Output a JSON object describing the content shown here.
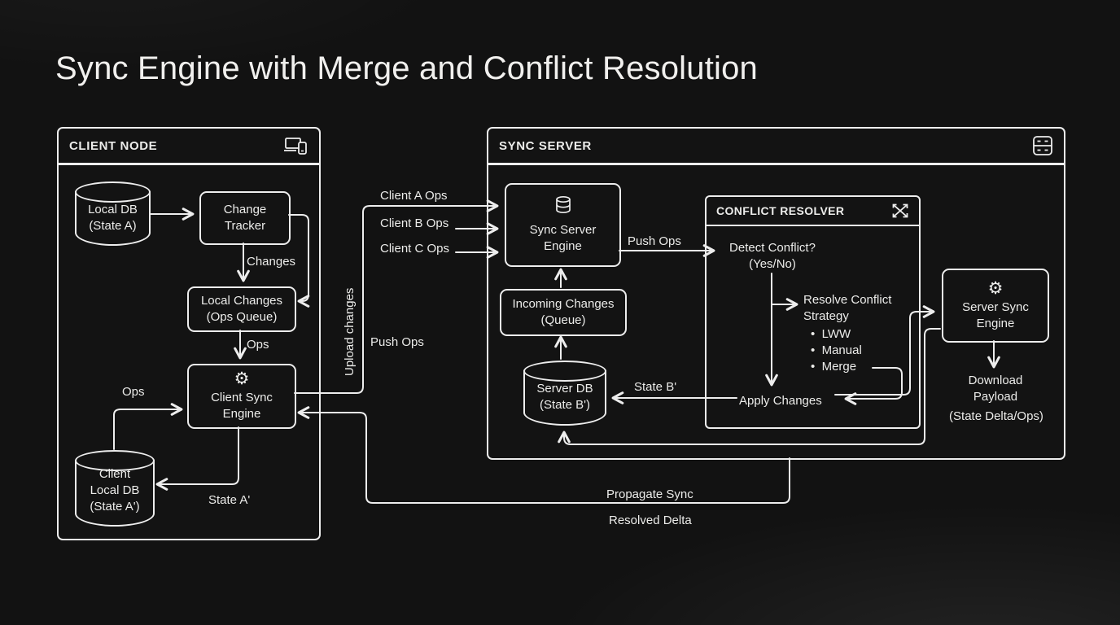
{
  "title": "Sync Engine with Merge and Conflict Resolution",
  "colors": {
    "background": "#121212",
    "line": "#ededed",
    "text": "#ececea"
  },
  "client_node": {
    "header": "CLIENT NODE",
    "local_db": "Local DB\n(State A)",
    "change_tracker": "Change\nTracker",
    "changes_label": "Changes",
    "local_changes": "Local Changes\n(Ops Queue)",
    "ops_down_label": "Ops",
    "ops_left_label": "Ops",
    "client_sync_engine": "Client Sync\nEngine",
    "client_local_db": "Client\nLocal DB\n(State A')",
    "state_a_label": "State A'"
  },
  "middle": {
    "upload_changes_label": "Upload changes",
    "push_ops_label": "Push Ops",
    "client_a_ops_label": "Client A Ops",
    "client_b_ops_label": "Client B Ops",
    "client_c_ops_label": "Client C Ops"
  },
  "sync_server": {
    "header": "SYNC SERVER",
    "engine": "Sync Server\nEngine",
    "push_ops_label": "Push Ops",
    "incoming_changes": "Incoming Changes\n(Queue)",
    "server_db": "Server DB\n(State B')",
    "state_b_label": "State B'"
  },
  "conflict_resolver": {
    "header": "CONFLICT RESOLVER",
    "detect": "Detect Conflict?\n(Yes/No)",
    "strategy_title": "Resolve Conflict\nStrategy",
    "bullets": [
      "LWW",
      "Manual",
      "Merge"
    ],
    "apply_changes": "Apply Changes"
  },
  "right": {
    "server_sync_engine": "Server Sync\nEngine",
    "download_payload": "Download\nPayload",
    "state_delta": "(State Delta/Ops)"
  },
  "bottom": {
    "propagate_sync_label": "Propagate Sync",
    "resolved_delta_label": "Resolved Delta"
  },
  "icons": {
    "client_node": "devices-icon",
    "sync_server": "server-rack-icon",
    "conflict_resolver": "shuffle-icon",
    "client_sync_engine": "gear-icon",
    "server_sync_engine": "gear-icon",
    "sync_server_engine": "database-icon"
  }
}
